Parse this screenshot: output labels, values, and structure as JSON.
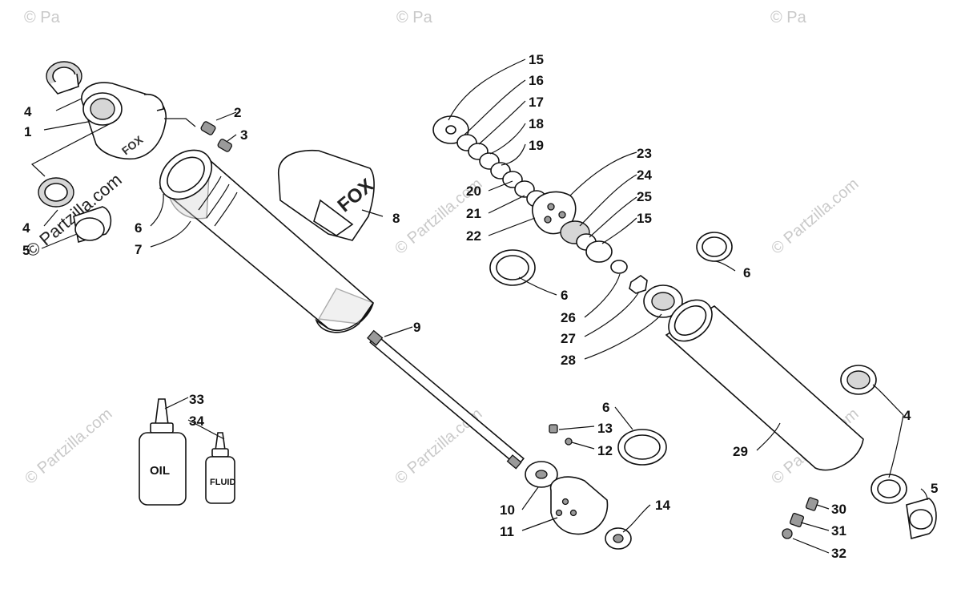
{
  "watermark": {
    "text": "© Partzilla.com",
    "corner_text": "© Pa"
  },
  "brand_mark": "FOX",
  "bottles": {
    "oil_label": "OIL",
    "fluid_label": "FLUID"
  },
  "callouts": [
    "1",
    "2",
    "3",
    "4",
    "4",
    "5",
    "6",
    "7",
    "8",
    "9",
    "15",
    "16",
    "17",
    "18",
    "19",
    "20",
    "21",
    "22",
    "23",
    "24",
    "25",
    "15",
    "6",
    "26",
    "27",
    "28",
    "6",
    "29",
    "4",
    "5",
    "30",
    "31",
    "32",
    "33",
    "34",
    "6",
    "13",
    "12",
    "10",
    "11",
    "14"
  ]
}
